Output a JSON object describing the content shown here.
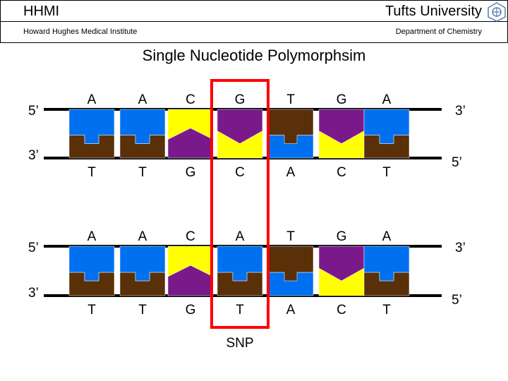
{
  "header": {
    "left_title": "HHMI",
    "right_title": "Tufts University",
    "left_subtitle": "Howard Hughes Medical Institute",
    "right_subtitle": "Department of Chemistry"
  },
  "title": "Single Nucleotide Polymorphsim",
  "colors": {
    "A": "#0070f0",
    "T": "#5a3008",
    "G": "#7a1a8a",
    "C": "#ffff00",
    "highlight": "#ff0000"
  },
  "diagrams": [
    {
      "top_strand": [
        "A",
        "A",
        "C",
        "G",
        "T",
        "G",
        "A"
      ],
      "bottom_strand": [
        "T",
        "T",
        "G",
        "C",
        "A",
        "C",
        "T"
      ],
      "top_left_end": "5’",
      "top_right_end": "3’",
      "bottom_left_end": "3’",
      "bottom_right_end": "5’"
    },
    {
      "top_strand": [
        "A",
        "A",
        "C",
        "A",
        "T",
        "G",
        "A"
      ],
      "bottom_strand": [
        "T",
        "T",
        "G",
        "T",
        "A",
        "C",
        "T"
      ],
      "top_left_end": "5’",
      "top_right_end": "3’",
      "bottom_left_end": "3’",
      "bottom_right_end": "5’"
    }
  ],
  "snp_label": "SNP"
}
